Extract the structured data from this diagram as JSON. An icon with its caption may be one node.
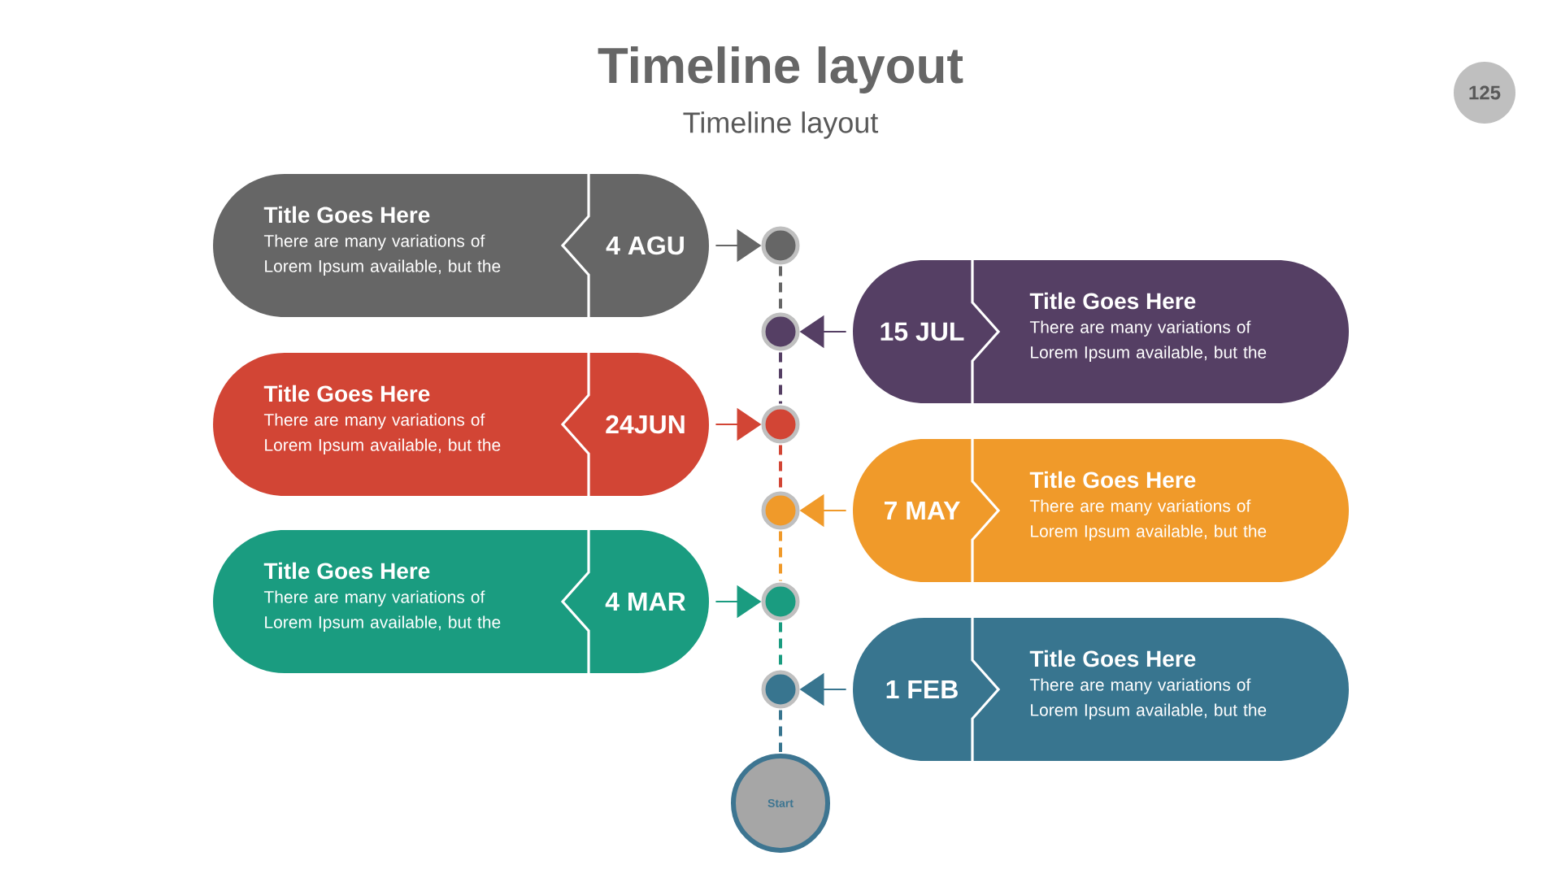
{
  "diagram": {
    "title": "Timeline layout",
    "nodes": [
      {
        "text": [
          "Title Goes Here",
          "There are many variations of Lorem Ipsum available, but the",
          "4 AGU"
        ]
      },
      {
        "text": [
          "15 JUL",
          "Title Goes Here",
          "There are many variations of Lorem Ipsum available, but the"
        ]
      },
      {
        "text": [
          "Title Goes Here",
          "There are many variations of Lorem Ipsum available, but the",
          "24JUN"
        ]
      },
      {
        "text": [
          "7 MAY",
          "Title Goes Here",
          "There are many variations of Lorem Ipsum available, but the"
        ]
      },
      {
        "text": [
          "Title Goes Here",
          "There are many variations of Lorem Ipsum available, but the",
          "4 MAR"
        ]
      },
      {
        "text": [
          "1 FEB",
          "Title Goes Here",
          "There are many variations of Lorem Ipsum available, but the"
        ]
      },
      {
        "text": [],
        "shape": "circle"
      },
      {
        "text": [],
        "shape": "circle"
      },
      {
        "text": [],
        "shape": "circle"
      },
      {
        "text": [],
        "shape": "circle"
      },
      {
        "text": [],
        "shape": "circle"
      },
      {
        "text": [],
        "shape": "circle"
      },
      {
        "text": [
          "Start"
        ]
      },
      {
        "text": [
          "125"
        ]
      }
    ],
    "edges": [
      {
        "from": 0,
        "to": 6,
        "arrow": "to",
        "color": "#666666"
      },
      {
        "from": 1,
        "to": 7,
        "arrow": "to",
        "color": "#553f64"
      },
      {
        "from": 2,
        "to": 8,
        "arrow": "to",
        "color": "#d24535"
      },
      {
        "from": 3,
        "to": 9,
        "arrow": "to",
        "color": "#f09a2a"
      },
      {
        "from": 4,
        "to": 10,
        "arrow": "to",
        "color": "#1a9c80"
      },
      {
        "from": 5,
        "to": 11,
        "arrow": "to",
        "color": "#38758f"
      },
      {
        "from": 6,
        "to": 7,
        "arrow": "none",
        "style": "dashed",
        "color": "#666666"
      },
      {
        "from": 7,
        "to": 8,
        "arrow": "none",
        "style": "dashed",
        "color": "#553f64"
      },
      {
        "from": 8,
        "to": 9,
        "arrow": "none",
        "style": "dashed",
        "color": "#d24535"
      },
      {
        "from": 9,
        "to": 10,
        "arrow": "none",
        "style": "dashed",
        "color": "#f09a2a"
      },
      {
        "from": 10,
        "to": 11,
        "arrow": "none",
        "style": "dashed",
        "color": "#1a9c80"
      },
      {
        "from": 11,
        "to": 12,
        "arrow": "none",
        "style": "dashed",
        "color": "#38758f"
      }
    ],
    "labels": [
      "Timeline layout"
    ]
  }
}
